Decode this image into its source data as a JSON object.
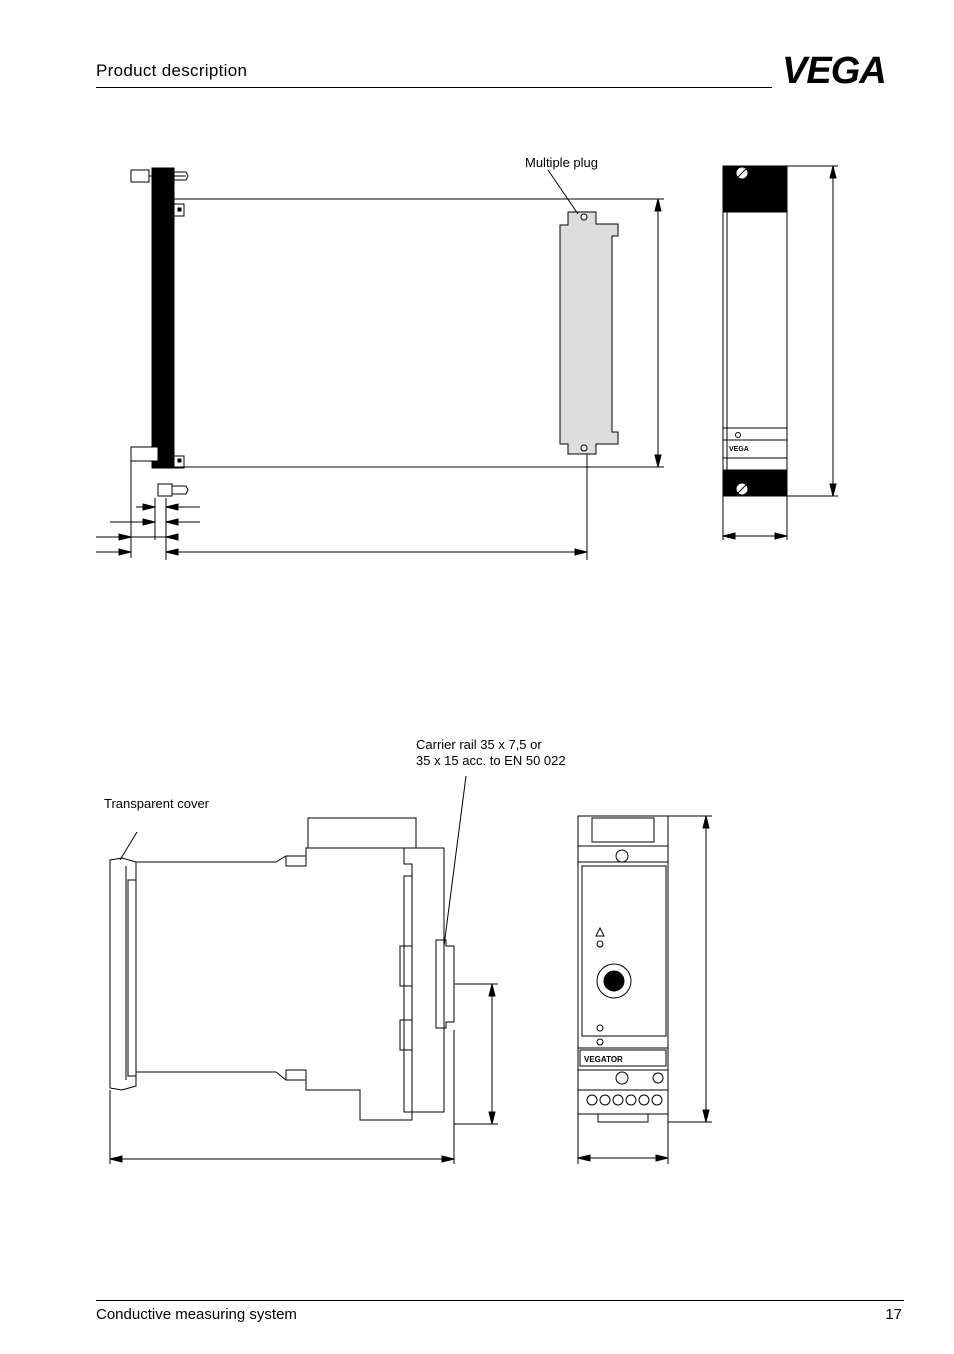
{
  "header": {
    "title": "Product  description",
    "logo": "VEGA"
  },
  "figure1": {
    "plug_label": "Multiple plug",
    "front_brand": "VEGA"
  },
  "figure2": {
    "cover_label": "Transparent cover",
    "rail_label_1": "Carrier rail 35 x 7,5 or",
    "rail_label_2": "35 x 15 acc. to EN 50 022",
    "front_brand": "VEGATOR"
  },
  "footer": {
    "left": "Conductive measuring system",
    "page": "17"
  }
}
